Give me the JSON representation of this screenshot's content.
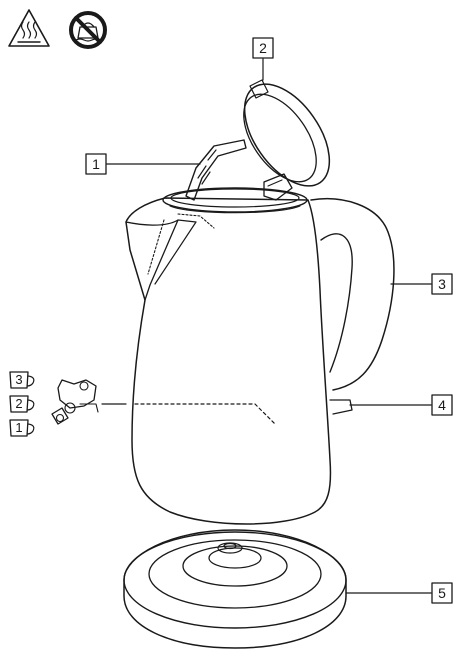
{
  "diagram": {
    "warning_icons": [
      {
        "icon": "hot-surface-warning-icon"
      },
      {
        "icon": "no-immersion-icon"
      }
    ],
    "callouts": [
      {
        "number": "1"
      },
      {
        "number": "2"
      },
      {
        "number": "3"
      },
      {
        "number": "4"
      },
      {
        "number": "5"
      }
    ],
    "cup_levels": [
      {
        "number": "3"
      },
      {
        "number": "2"
      },
      {
        "number": "1"
      }
    ]
  }
}
